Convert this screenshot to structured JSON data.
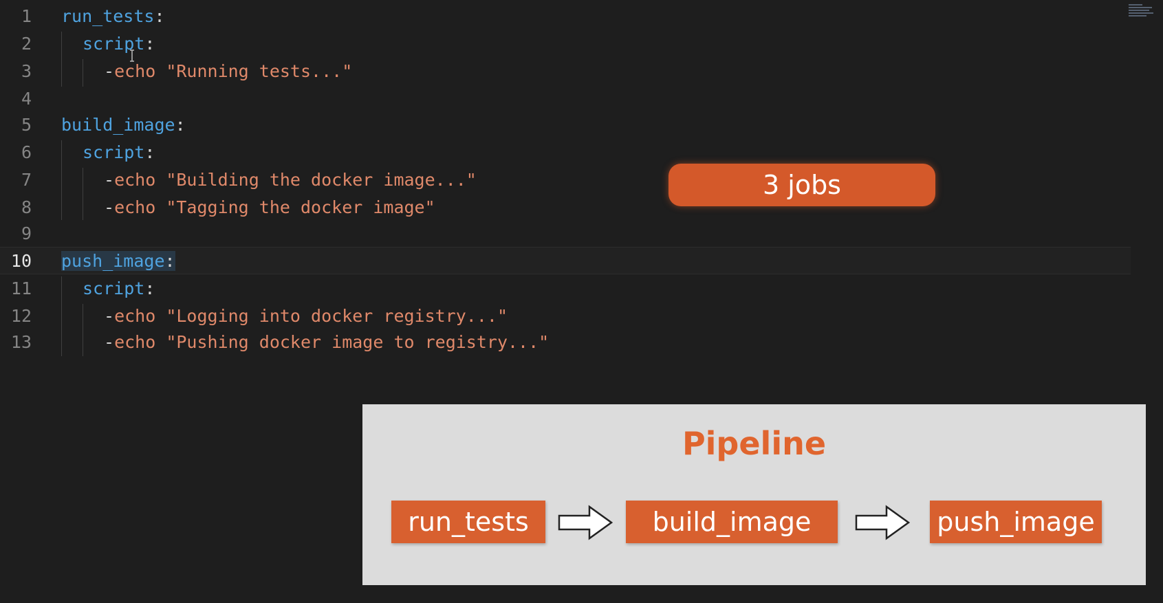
{
  "editor": {
    "lines": [
      {
        "n": "1",
        "key": "run_tests",
        "colon": ":"
      },
      {
        "n": "2",
        "key": "script",
        "colon": ":"
      },
      {
        "n": "3",
        "dash": "-",
        "str": "echo \"Running tests...\""
      },
      {
        "n": "4"
      },
      {
        "n": "5",
        "key": "build_image",
        "colon": ":"
      },
      {
        "n": "6",
        "key": "script",
        "colon": ":"
      },
      {
        "n": "7",
        "dash": "-",
        "str": "echo \"Building the docker image...\""
      },
      {
        "n": "8",
        "dash": "-",
        "str": "echo \"Tagging the docker image\""
      },
      {
        "n": "9"
      },
      {
        "n": "10",
        "key": "push_image",
        "colon": ":"
      },
      {
        "n": "11",
        "key": "script",
        "colon": ":"
      },
      {
        "n": "12",
        "dash": "-",
        "str": "echo \"Logging into docker registry...\""
      },
      {
        "n": "13",
        "dash": "-",
        "str": "echo \"Pushing docker image to registry...\""
      }
    ],
    "current_line": "10"
  },
  "badge": {
    "label": "3 jobs"
  },
  "pipeline": {
    "title": "Pipeline",
    "stages": [
      "run_tests",
      "build_image",
      "push_image"
    ]
  },
  "colors": {
    "key": "#4fa3e0",
    "string": "#e0896a",
    "accent": "#d8602f",
    "background": "#1e1e1e",
    "panel": "#dcdcdc"
  },
  "icons": {
    "cursor": "text-cursor-icon",
    "arrow": "arrow-right-icon"
  }
}
